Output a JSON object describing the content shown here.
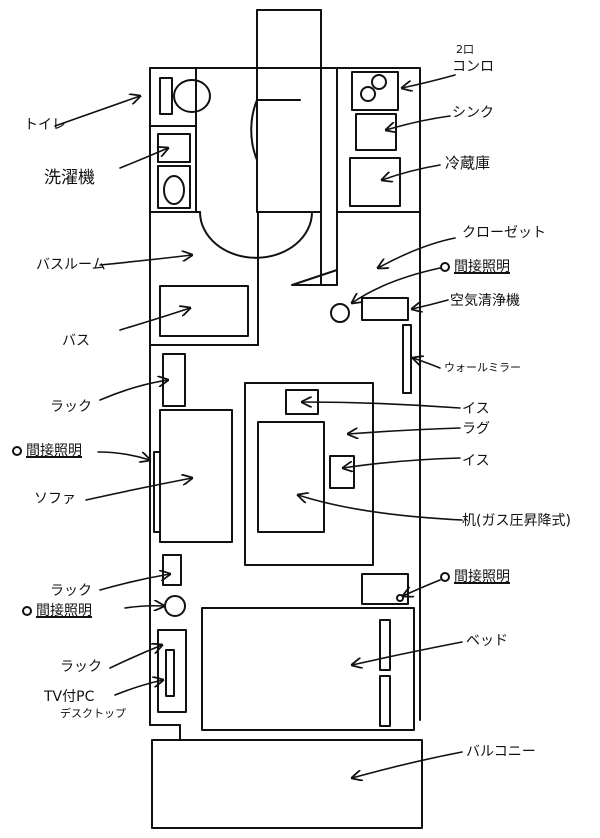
{
  "labels": {
    "stove_two": "2口",
    "stove": "コンロ",
    "toilet": "トイレ",
    "sink": "シンク",
    "washer": "洗濯機",
    "fridge": "冷蔵庫",
    "closet": "クローゼット",
    "bathroom": "バスルーム",
    "indirect_light_1": "間接照明",
    "aircon": "空気清浄機",
    "bath": "バス",
    "wall_mirror": "ウォールミラー",
    "rack_1": "ラック",
    "chair_1": "イス",
    "rug": "ラグ",
    "indirect_light_2": "間接照明",
    "chair_2": "イス",
    "sofa": "ソファ",
    "desk": "机(ガス圧昇降式)",
    "rack_2": "ラック",
    "indirect_light_3": "間接照明",
    "indirect_light_4": "間接照明",
    "rack_3": "ラック",
    "bed": "ベッド",
    "tv_pc": "TV付PC",
    "desktop": "デスクトップ",
    "balcony": "バルコニー"
  },
  "style": {
    "ink": "#111111",
    "paper": "#ffffff"
  }
}
